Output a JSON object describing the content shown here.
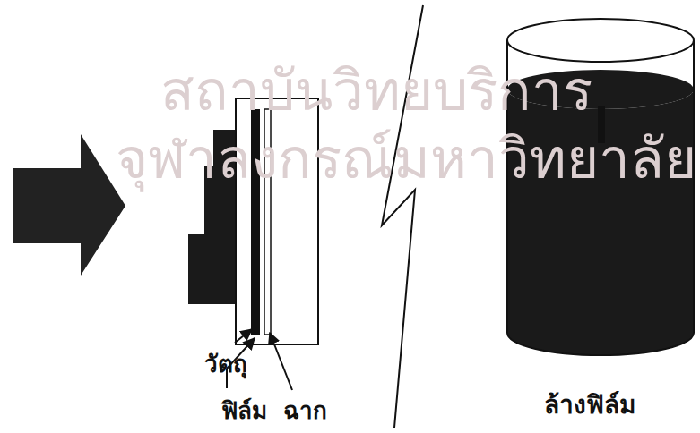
{
  "diagram": {
    "labels": [
      "สถาบันวิทยบริการ",
      "จุฬาลงกรณ์มหาวิทยาลัย",
      "วัตถุ",
      "ฟิล์ม",
      "ฉาก",
      "ล้างฟิล์ม"
    ]
  }
}
